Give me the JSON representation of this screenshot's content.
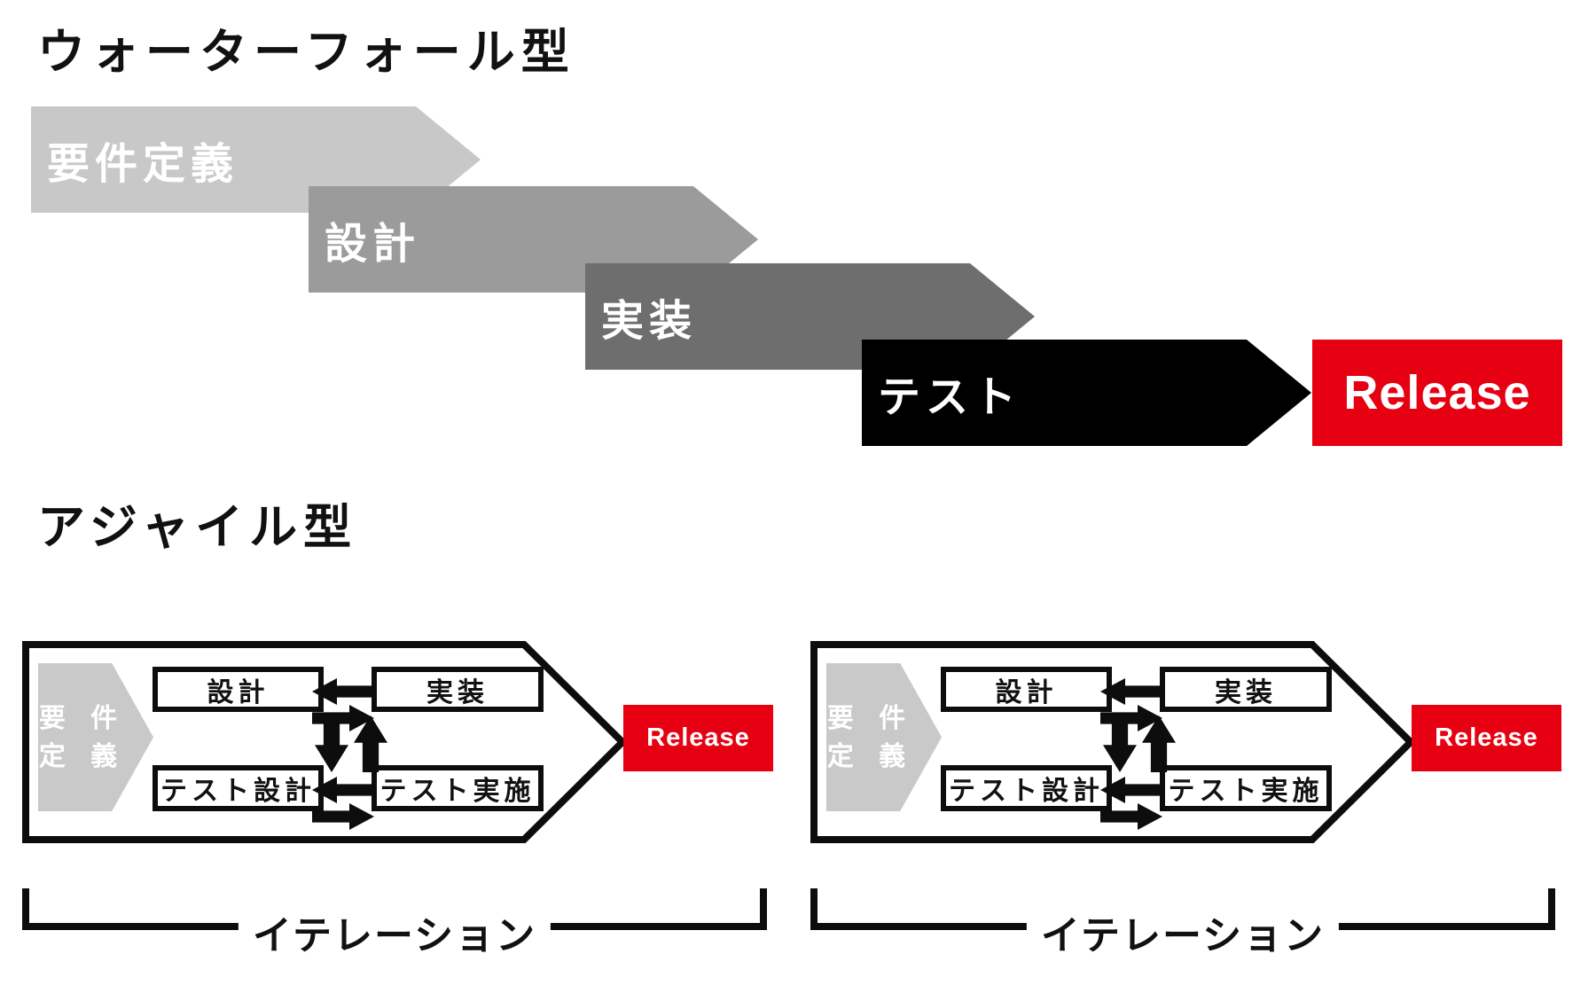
{
  "colors": {
    "release_red": "#e60012",
    "requirements_gray": "#c9c9c9",
    "outline_black": "#0d0d0d"
  },
  "waterfall": {
    "title": "ウォーターフォール型",
    "steps": [
      {
        "label": "要件定義",
        "color": "#c8c8c8"
      },
      {
        "label": "設計",
        "color": "#9b9b9b"
      },
      {
        "label": "実装",
        "color": "#6e6e6e"
      },
      {
        "label": "テスト",
        "color": "#000000"
      }
    ],
    "release_label": "Release"
  },
  "agile": {
    "title": "アジャイル型",
    "iterations": [
      {
        "req_lines": [
          "要 件",
          "定 義"
        ],
        "boxes": {
          "design": "設計",
          "implementation": "実装",
          "test_design": "テスト設計",
          "test_execution": "テスト実施"
        },
        "release_label": "Release",
        "bracket_label": "イテレーション"
      },
      {
        "req_lines": [
          "要 件",
          "定 義"
        ],
        "boxes": {
          "design": "設計",
          "implementation": "実装",
          "test_design": "テスト設計",
          "test_execution": "テスト実施"
        },
        "release_label": "Release",
        "bracket_label": "イテレーション"
      }
    ]
  }
}
